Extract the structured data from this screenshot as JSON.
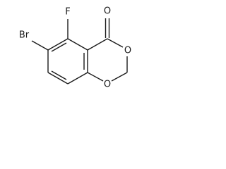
{
  "structure": {
    "atoms": {
      "bromine": "Br",
      "fluorine": "F",
      "carbonyl_oxygen": "O",
      "ring_oxygen_upper": "O",
      "ring_oxygen_lower": "O"
    }
  }
}
